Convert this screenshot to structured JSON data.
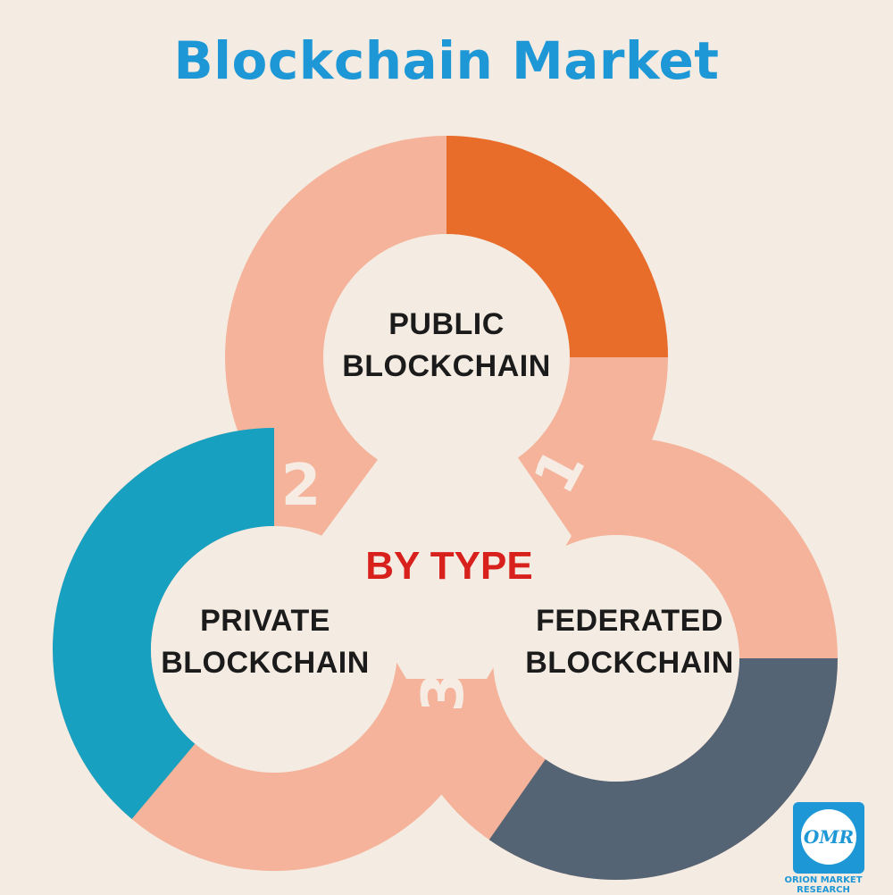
{
  "title": "Blockchain Market",
  "center_label": "BY TYPE",
  "segments": [
    {
      "number": "1",
      "label_line1": "PUBLIC",
      "label_line2": "BLOCKCHAIN"
    },
    {
      "number": "2",
      "label_line1": "PRIVATE",
      "label_line2": "BLOCKCHAIN"
    },
    {
      "number": "3",
      "label_line1": "FEDERATED",
      "label_line2": "BLOCKCHAIN"
    }
  ],
  "logo": {
    "mark": "OMR",
    "caption": "ORION MARKET RESEARCH"
  },
  "colors": {
    "background": "#f4ece2",
    "title": "#1e97d6",
    "ring_base": "#f4b39a",
    "public_accent": "#e86c2a",
    "private_accent": "#17a0c0",
    "federated_accent": "#556474",
    "center_text": "#d8211d",
    "label_text": "#1b1b1b",
    "number_text": "#f7ece3",
    "logo_blue": "#1e97d6"
  }
}
